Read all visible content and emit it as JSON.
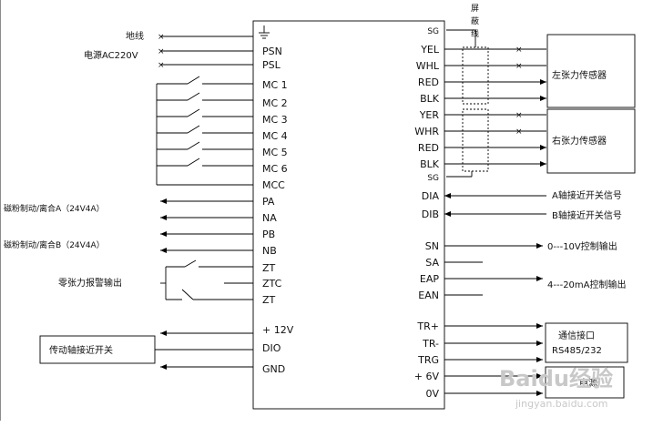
{
  "left_io": {
    "ground": "地线",
    "power": "电源AC220V",
    "brake_a": "磁粉制动/离合A（24V4A）",
    "brake_b": "磁粉制动/离合B（24V4A）",
    "zero_tension_alarm": "零张力报警输出",
    "drive_shaft_switch": "传动轴接近开关"
  },
  "left_pins": [
    "PSN",
    "PSL",
    "MC 1",
    "MC 2",
    "MC 3",
    "MC 4",
    "MC 5",
    "MC 6",
    "MCC",
    "PA",
    "NA",
    "PB",
    "NB",
    "ZT",
    "ZTC",
    "ZT",
    "+ 12V",
    "DIO",
    "GND"
  ],
  "right_pins": [
    "SG",
    "YEL",
    "WHL",
    "RED",
    "BLK",
    "YER",
    "WHR",
    "RED",
    "BLK",
    "SG",
    "DIA",
    "DIB",
    "SN",
    "SA",
    "EAP",
    "EAN",
    "TR+",
    "TR-",
    "TRG",
    "+ 6V",
    "0V"
  ],
  "shield_label": [
    "屏",
    "蔽",
    "线"
  ],
  "sensors": {
    "left": "左张力传感器",
    "right": "右张力传感器"
  },
  "right_io": {
    "a_axis": "A轴接近开关信号",
    "b_axis": "B轴接近开关信号",
    "voltage_out": "0---10V控制输出",
    "current_out": "4---20mA控制输出",
    "comm_title": "通信接口",
    "comm_sub": "RS485/232",
    "power_partial": "电源"
  },
  "watermark": {
    "brand": "Baidu经验",
    "url": "jingyan.baidu.com"
  }
}
